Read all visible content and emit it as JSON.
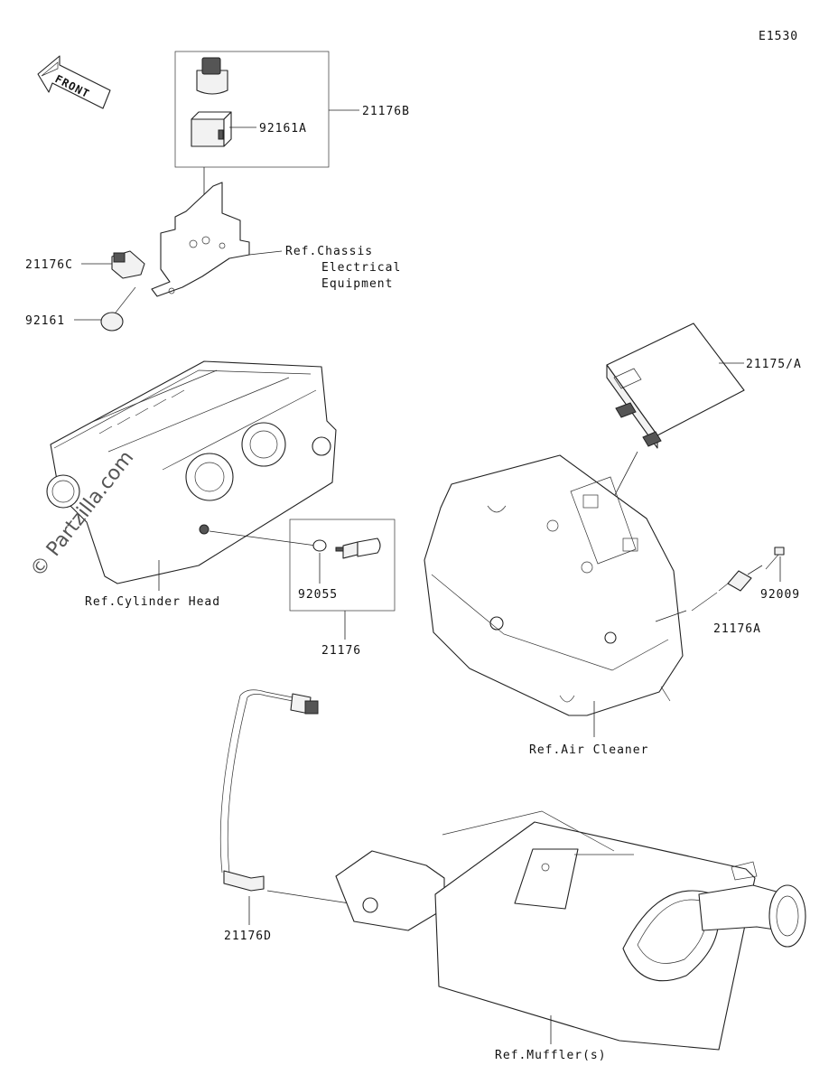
{
  "figure_code": "E1530",
  "front_label": "FRONT",
  "watermark": "© Partzilla.com",
  "parts": {
    "p21176B": "21176B",
    "p92161A": "92161A",
    "p21176C": "21176C",
    "p92161": "92161",
    "p21175A": "21175/A",
    "p92055": "92055",
    "p21176": "21176",
    "p92009": "92009",
    "p21176A": "21176A",
    "p21176D": "21176D"
  },
  "refs": {
    "chassis_1": "Ref.Chassis",
    "chassis_2": "Electrical",
    "chassis_3": "Equipment",
    "cylinder_head": "Ref.Cylinder Head",
    "air_cleaner": "Ref.Air Cleaner",
    "mufflers": "Ref.Muffler(s)"
  }
}
